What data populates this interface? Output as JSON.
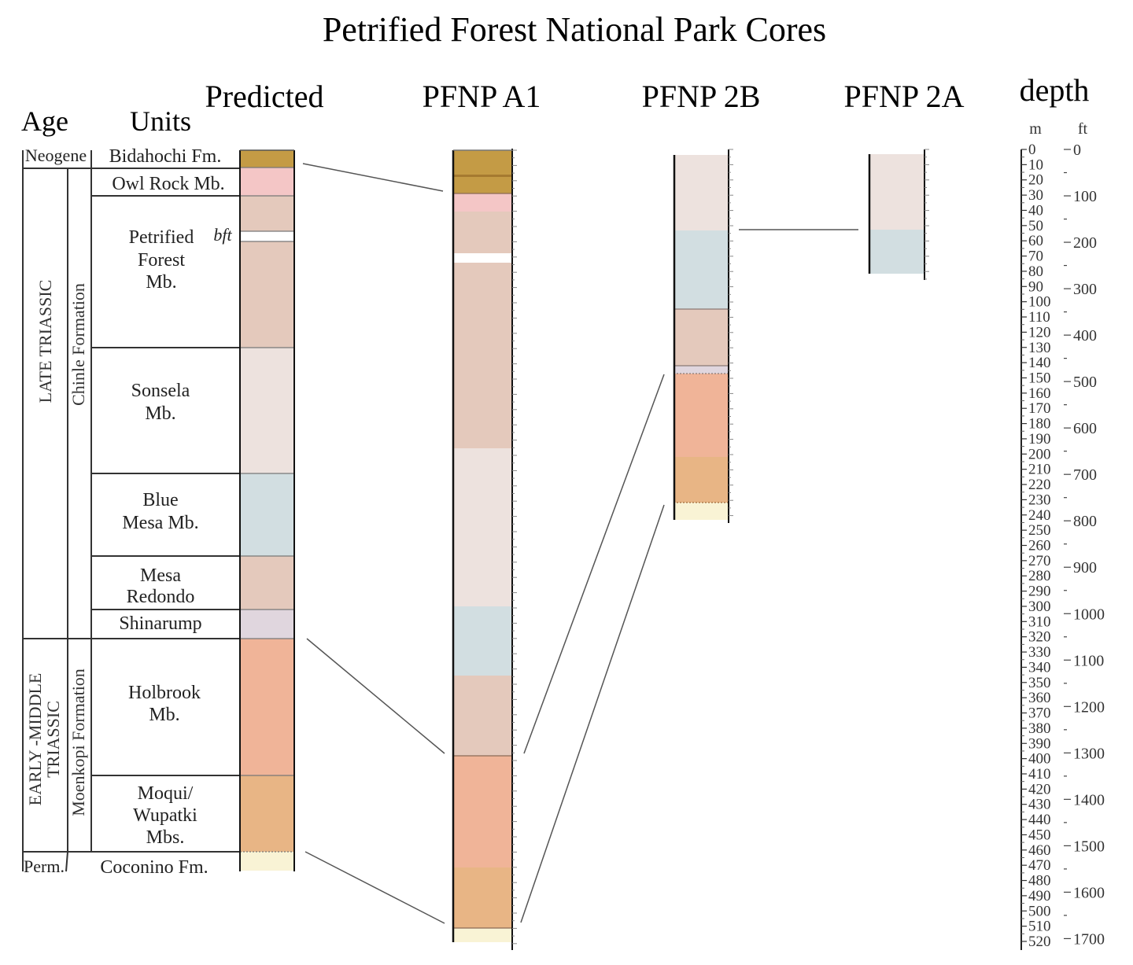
{
  "title": "Petrified Forest National Park Cores",
  "headers": {
    "age": "Age",
    "units": "Units",
    "predicted": "Predicted",
    "a1": "PFNP A1",
    "b2": "PFNP 2B",
    "a2": "PFNP 2A",
    "depth": "depth",
    "m": "m",
    "ft": "ft"
  },
  "ages": {
    "neogene": "Neogene",
    "late_triassic": "LATE TRIASSIC",
    "early_middle_l1": "EARLY -MIDDLE",
    "early_middle_l2": "TRIASSIC",
    "perm": "Perm."
  },
  "formations": {
    "chinle": "Chinle Formation",
    "moenkopi": "Moenkopi Formation"
  },
  "units": {
    "bidahochi": "Bidahochi Fm.",
    "owl_rock": "Owl Rock Mb.",
    "pf1": "Petrified",
    "pf2": "Forest",
    "pf3": "Mb.",
    "bft": "bft",
    "sonsela1": "Sonsela",
    "sonsela2": "Mb.",
    "bluemesa1": "Blue",
    "bluemesa2": "Mesa Mb.",
    "mesared1": "Mesa",
    "mesared2": "Redondo",
    "shinarump": "Shinarump",
    "holbrook1": "Holbrook",
    "holbrook2": "Mb.",
    "moqui1": "Moqui/",
    "moqui2": "Wupatki",
    "moqui3": "Mbs.",
    "coconino": "Coconino Fm."
  },
  "colors": {
    "bidahochi": "#c49b45",
    "owl_rock": "#f4c6c6",
    "petrified_forest": "#e4c9bc",
    "bft": "#ffffff",
    "sonsela": "#ede2de",
    "blue_mesa": "#d2dee1",
    "mesa_redondo": "#e4c9bc",
    "shinarump": "#e0d6de",
    "holbrook": "#f0b498",
    "moqui_wupatki": "#e8b585",
    "coconino": "#f9f3d5"
  },
  "chart_data": {
    "type": "stratigraphic_column",
    "title": "Petrified Forest National Park Cores",
    "depth_axis": {
      "units": [
        "m",
        "ft"
      ],
      "m_ticks": [
        0,
        10,
        20,
        30,
        40,
        50,
        60,
        70,
        80,
        90,
        100,
        110,
        120,
        130,
        140,
        150,
        160,
        170,
        180,
        190,
        200,
        210,
        220,
        230,
        240,
        250,
        260,
        270,
        280,
        290,
        300,
        310,
        320,
        330,
        340,
        350,
        360,
        370,
        380,
        390,
        400,
        410,
        420,
        430,
        440,
        450,
        460,
        470,
        480,
        490,
        500,
        510,
        520
      ],
      "ft_ticks": [
        0,
        100,
        200,
        300,
        400,
        500,
        600,
        700,
        800,
        900,
        1000,
        1100,
        1200,
        1300,
        1400,
        1500,
        1600,
        1700
      ]
    },
    "columns": [
      {
        "name": "Predicted",
        "layers": [
          {
            "unit": "Bidahochi Fm.",
            "top_m": 0,
            "bottom_m": 11
          },
          {
            "unit": "Owl Rock Mb.",
            "top_m": 11,
            "bottom_m": 30
          },
          {
            "unit": "Petrified Forest Mb.",
            "top_m": 30,
            "bottom_m": 53
          },
          {
            "unit": "bft",
            "top_m": 53,
            "bottom_m": 60
          },
          {
            "unit": "Petrified Forest Mb.",
            "top_m": 60,
            "bottom_m": 130
          },
          {
            "unit": "Sonsela Mb.",
            "top_m": 130,
            "bottom_m": 213
          },
          {
            "unit": "Blue Mesa Mb.",
            "top_m": 213,
            "bottom_m": 267
          },
          {
            "unit": "Mesa Redondo",
            "top_m": 267,
            "bottom_m": 302
          },
          {
            "unit": "Shinarump",
            "top_m": 302,
            "bottom_m": 321
          },
          {
            "unit": "Holbrook Mb.",
            "top_m": 321,
            "bottom_m": 411
          },
          {
            "unit": "Moqui/Wupatki Mbs.",
            "top_m": 411,
            "bottom_m": 461
          },
          {
            "unit": "Coconino Fm.",
            "top_m": 461,
            "bottom_m": 474
          }
        ]
      },
      {
        "name": "PFNP A1",
        "layers": [
          {
            "unit": "Bidahochi Fm.",
            "top_m": 0,
            "bottom_m": 29
          },
          {
            "unit": "Owl Rock Mb.",
            "top_m": 29,
            "bottom_m": 41
          },
          {
            "unit": "Petrified Forest Mb.",
            "top_m": 41,
            "bottom_m": 68
          },
          {
            "unit": "bft",
            "top_m": 68,
            "bottom_m": 74
          },
          {
            "unit": "Petrified Forest Mb.",
            "top_m": 74,
            "bottom_m": 196
          },
          {
            "unit": "Sonsela Mb.",
            "top_m": 196,
            "bottom_m": 300
          },
          {
            "unit": "Blue Mesa Mb.",
            "top_m": 300,
            "bottom_m": 345
          },
          {
            "unit": "Mesa Redondo",
            "top_m": 345,
            "bottom_m": 398
          },
          {
            "unit": "Holbrook Mb.",
            "top_m": 398,
            "bottom_m": 471
          },
          {
            "unit": "Moqui/Wupatki Mbs.",
            "top_m": 471,
            "bottom_m": 511
          },
          {
            "unit": "Coconino Fm.",
            "top_m": 511,
            "bottom_m": 520
          }
        ]
      },
      {
        "name": "PFNP 2B",
        "layers": [
          {
            "unit": "Sonsela Mb.",
            "top_m": 0,
            "bottom_m": 50
          },
          {
            "unit": "Blue Mesa Mb.",
            "top_m": 50,
            "bottom_m": 101
          },
          {
            "unit": "Mesa Redondo",
            "top_m": 101,
            "bottom_m": 139
          },
          {
            "unit": "Shinarump",
            "top_m": 139,
            "bottom_m": 144
          },
          {
            "unit": "Holbrook Mb.",
            "top_m": 144,
            "bottom_m": 199
          },
          {
            "unit": "Moqui/Wupatki Mbs.",
            "top_m": 199,
            "bottom_m": 229
          },
          {
            "unit": "Coconino Fm.",
            "top_m": 229,
            "bottom_m": 240
          }
        ]
      },
      {
        "name": "PFNP 2A",
        "layers": [
          {
            "unit": "Sonsela Mb.",
            "top_m": 0,
            "bottom_m": 50
          },
          {
            "unit": "Blue Mesa Mb.",
            "top_m": 50,
            "bottom_m": 79
          }
        ]
      }
    ],
    "correlation_lines": [
      {
        "from": "Predicted base Bidahochi",
        "to": "PFNP A1 base Bidahochi"
      },
      {
        "from": "Predicted base Shinarump",
        "to": "PFNP A1 top Holbrook"
      },
      {
        "from": "Predicted base Moqui/Wupatki",
        "to": "PFNP A1 base Moqui/Wupatki"
      },
      {
        "from": "PFNP A1 top Holbrook",
        "to": "PFNP 2B top Holbrook"
      },
      {
        "from": "PFNP A1 base Moqui/Wupatki",
        "to": "PFNP 2B base Moqui/Wupatki"
      },
      {
        "from": "PFNP 2B top Blue Mesa",
        "to": "PFNP 2A top Blue Mesa"
      }
    ]
  }
}
